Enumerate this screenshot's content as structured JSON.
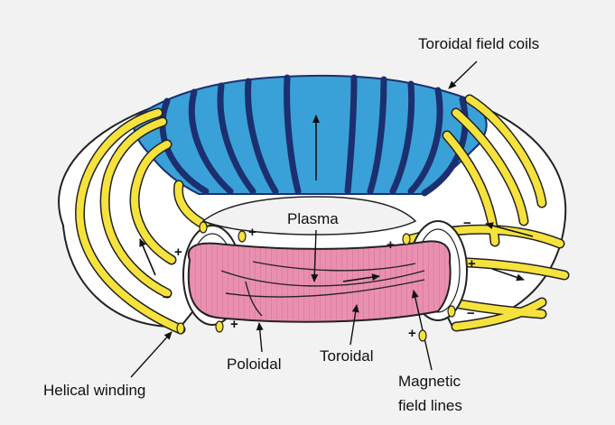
{
  "labels": {
    "toroidal_field_coils": "Toroidal field coils",
    "plasma": "Plasma",
    "poloidal": "Poloidal",
    "toroidal": "Toroidal",
    "helical_winding": "Helical winding",
    "magnetic_field_lines_1": "Magnetic",
    "magnetic_field_lines_2": "field lines"
  },
  "signs": {
    "plus": "+",
    "minus": "−"
  },
  "colors": {
    "background": "#f2f2f2",
    "toroidal_coil_band": "#3aa0d8",
    "toroidal_coil_ring": "#1c2f6e",
    "helical_winding": "#f5e23c",
    "plasma": "#e98fb0",
    "torus_body": "#ffffff"
  }
}
